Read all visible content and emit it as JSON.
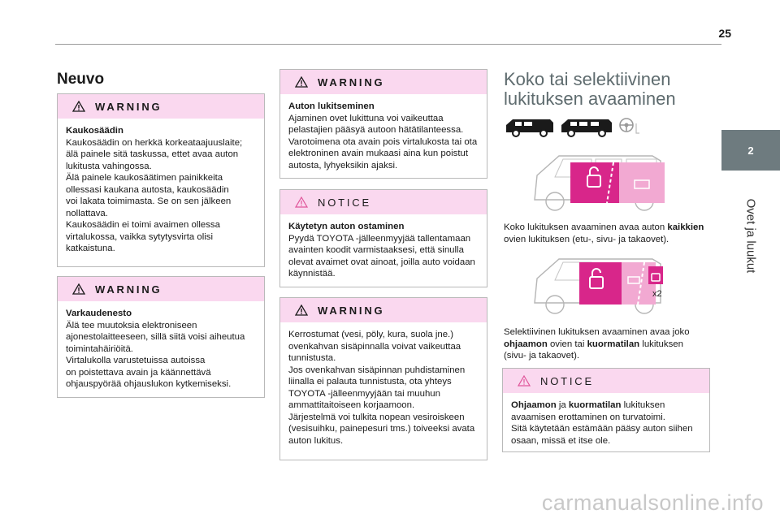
{
  "page_number": "25",
  "side_tab": {
    "number": "2",
    "title": "Ovet ja luukut"
  },
  "col1": {
    "heading": "Neuvo",
    "box1": {
      "type": "WARNING",
      "title": "Kaukosäädin",
      "lines": [
        "Kaukosäädin on herkkä korkeataajuuslaite;",
        "älä painele sitä taskussa, ettet avaa auton",
        "lukitusta vahingossa.",
        "Älä painele kaukosäätimen painikkeita",
        "ollessasi kaukana autosta, kaukosäädin",
        "voi lakata toimimasta. Se on sen jälkeen",
        "nollattava.",
        "Kaukosäädin ei toimi avaimen ollessa",
        "virtalukossa, vaikka sytytysvirta olisi",
        "katkaistuna."
      ]
    },
    "box2": {
      "type": "WARNING",
      "title": "Varkaudenesto",
      "lines": [
        "Älä tee muutoksia elektroniseen",
        "ajonestolaitteeseen, sillä siitä voisi aiheutua",
        "toimintahäiriöitä.",
        "Virtalukolla varustetuissa autoissa",
        "on poistettava avain ja käännettävä",
        "ohjauspyörää ohjauslukon kytkemiseksi."
      ]
    }
  },
  "col2": {
    "box1": {
      "type": "WARNING",
      "title": "Auton lukitseminen",
      "lines": [
        "Ajaminen ovet lukittuna voi vaikeuttaa",
        "pelastajien pääsyä autoon hätätilanteessa.",
        "Varotoimena ota avain pois virtalukosta tai ota",
        "elektroninen avain mukaasi aina kun poistut",
        "autosta, lyhyeksikin ajaksi."
      ]
    },
    "box2": {
      "type": "NOTICE",
      "title": "Käytetyn auton ostaminen",
      "lines": [
        "Pyydä TOYOTA -jälleenmyyjää tallentamaan",
        "avainten koodit varmistaaksesi, että sinulla",
        "olevat avaimet ovat ainoat, joilla auto voidaan",
        "käynnistää."
      ]
    },
    "box3": {
      "type": "WARNING",
      "lines": [
        "Kerrostumat (vesi, pöly, kura, suola jne.)",
        "ovenkahvan sisäpinnalla voivat vaikeuttaa",
        "tunnistusta.",
        "Jos ovenkahvan sisäpinnan puhdistaminen",
        "liinalla ei palauta tunnistusta, ota yhteys",
        "TOYOTA -jälleenmyyjään tai muuhun",
        "ammattitaitoiseen korjaamoon.",
        "Järjestelmä voi tulkita nopean vesiroiskeen",
        "(vesisuihku, painepesuri tms.) toiveeksi avata",
        "auton lukitus."
      ]
    }
  },
  "col3": {
    "title_line1": "Koko tai selektiivinen",
    "title_line2": "lukituksen avaaminen",
    "para1": {
      "pre": "Koko lukituksen avaaminen avaa auton ",
      "bold": "kaikkien",
      "post": "ovien lukituksen (etu-, sivu- ja takaovet)."
    },
    "figure2_label": "x2",
    "para2": {
      "line1": "Selektiivinen lukituksen avaaminen avaa joko",
      "b1": "ohjaamon",
      "mid": " ovien tai ",
      "b2": "kuormatilan",
      "post": " lukituksen",
      "line3": "(sivu- ja takaovet)."
    },
    "notice": {
      "type": "NOTICE",
      "b1": "Ohjaamon",
      "mid": " ja ",
      "b2": "kuormatilan",
      "post": " lukituksen",
      "lines": [
        "avaamisen erottaminen on turvatoimi.",
        "Sitä käytetään estämään pääsy auton siihen",
        "osaan, missä et itse ole."
      ]
    }
  },
  "watermark": "carmanualsonline.info"
}
